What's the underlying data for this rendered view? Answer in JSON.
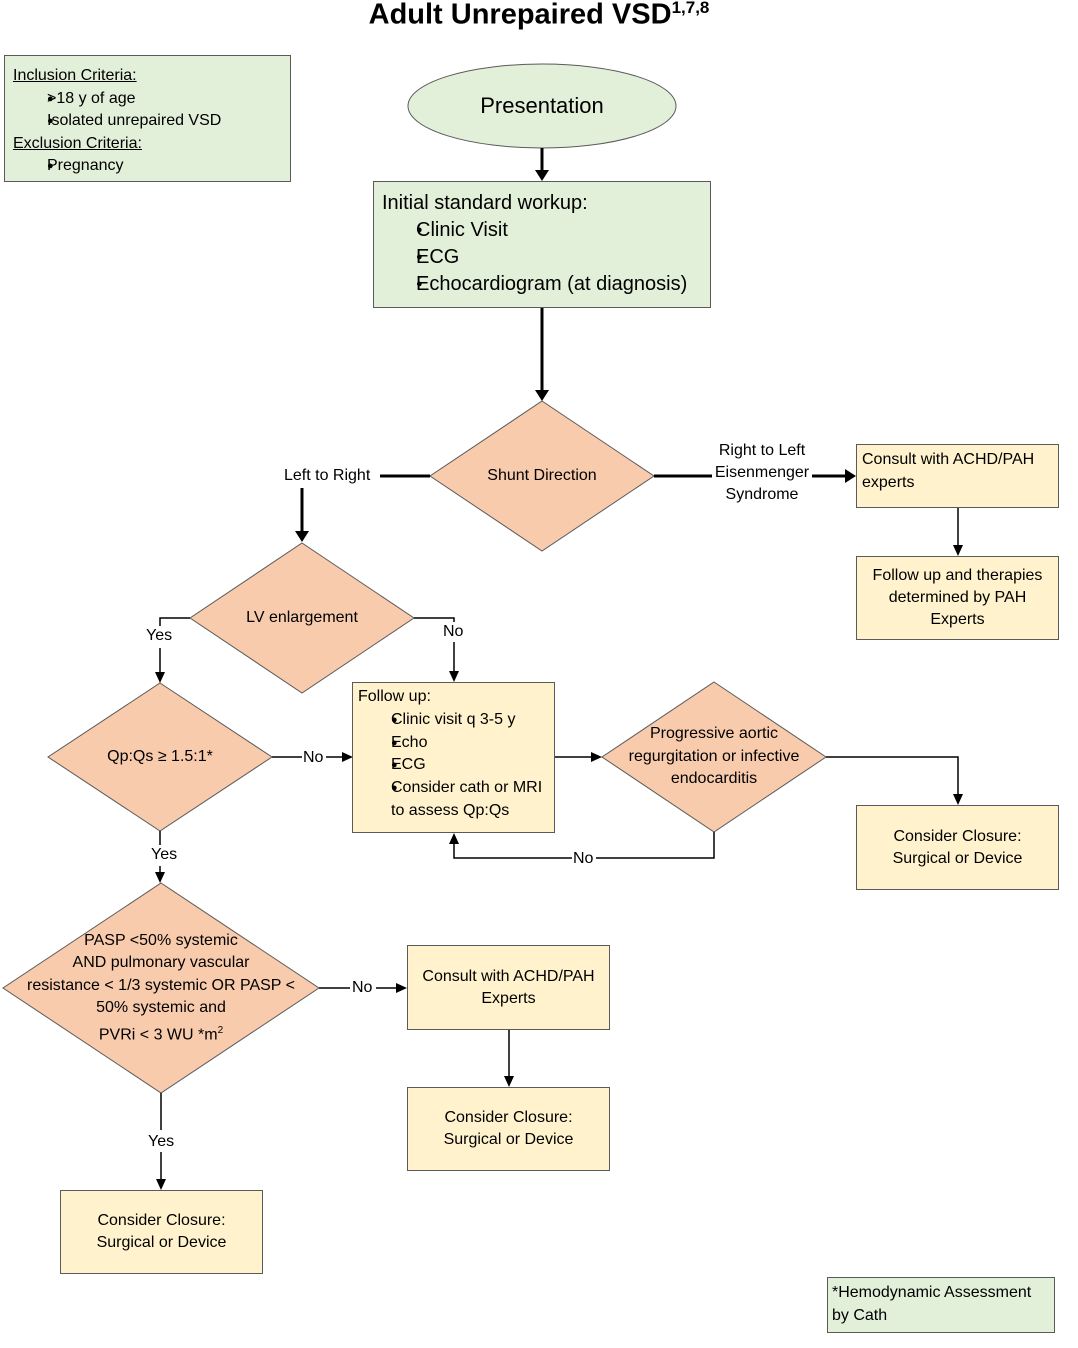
{
  "title": "Adult Unrepaired VSD",
  "title_superscript": "1,7,8",
  "criteria": {
    "inclusion_heading": "Inclusion Criteria:",
    "inclusion_items": [
      ">18 y of age",
      "Isolated unrepaired VSD"
    ],
    "exclusion_heading": "Exclusion Criteria:",
    "exclusion_items": [
      "Pregnancy"
    ]
  },
  "nodes": {
    "presentation": "Presentation",
    "workup": {
      "heading": "Initial standard workup:",
      "items": [
        "Clinic Visit",
        "ECG",
        "Echocardiogram (at diagnosis)"
      ]
    },
    "shunt_direction": "Shunt Direction",
    "consult_achd_pah_1": "Consult with ACHD/PAH experts",
    "follow_up_pah": "Follow up and therapies determined by PAH Experts",
    "lv_enlargement": "LV enlargement",
    "qpqs": "Qp:Qs ≥ 1.5:1*",
    "follow_up": {
      "heading": "Follow up:",
      "items": [
        "Clinic visit q 3-5 y",
        "Echo",
        "ECG",
        "Consider cath or MRI to assess Qp:Qs"
      ]
    },
    "progressive_ar": "Progressive aortic regurgitation or infective endocarditis",
    "consider_closure_right": "Consider Closure: Surgical or Device",
    "pasp": {
      "line1": "PASP <50% systemic",
      "line2": "AND pulmonary vascular",
      "line3": "resistance < 1/3 systemic OR PASP <",
      "line4": "50% systemic and",
      "line5": "PVRi < 3 WU *m",
      "line5_sup": "2"
    },
    "consult_achd_pah_2": "Consult with ACHD/PAH Experts",
    "consider_closure_middle": "Consider Closure: Surgical or Device",
    "consider_closure_bottom": "Consider Closure: Surgical or Device"
  },
  "edge_labels": {
    "left_to_right": "Left to Right",
    "right_to_left_line1": "Right to Left",
    "right_to_left_line2": "Eisenmenger",
    "right_to_left_line3": "Syndrome",
    "lv_yes": "Yes",
    "lv_no": "No",
    "qpqs_no": "No",
    "qpqs_yes": "Yes",
    "ar_no": "No",
    "pasp_no": "No",
    "pasp_yes": "Yes"
  },
  "footnote": "*Hemodynamic Assessment by Cath",
  "colors": {
    "green_box": "#e2efd9",
    "yellow_box": "#fff2cc",
    "diamond": "#f8cbad",
    "ellipse": "#e2efd9",
    "line": "#000000"
  }
}
